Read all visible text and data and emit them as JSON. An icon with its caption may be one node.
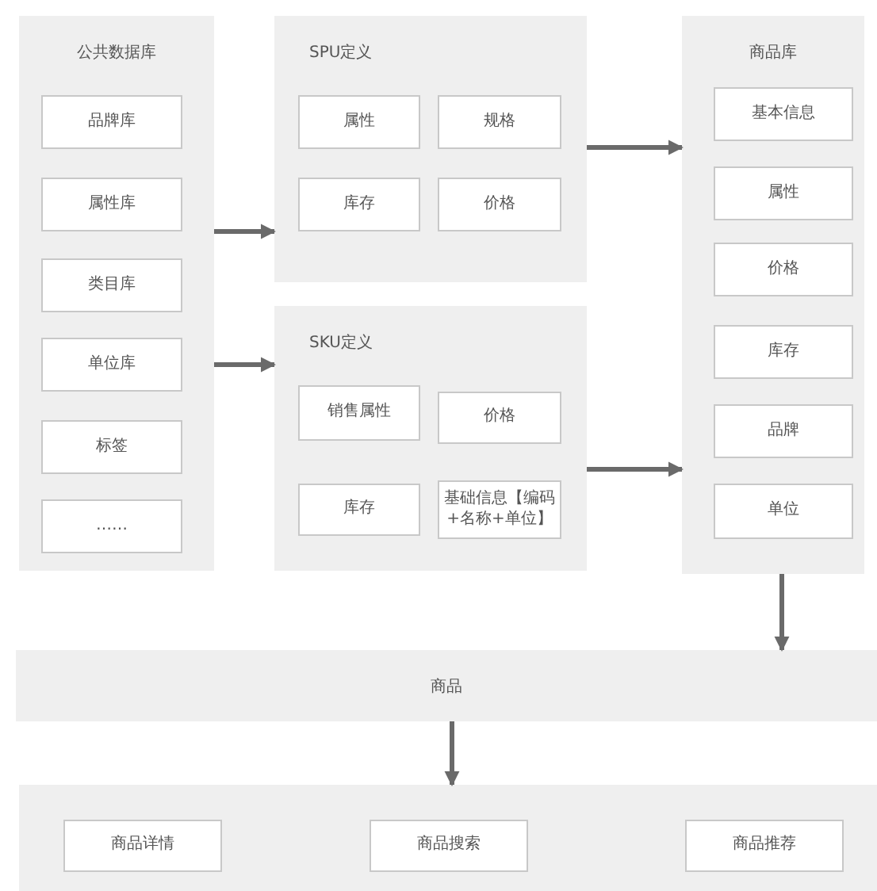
{
  "diagram": {
    "nodes": [
      {
        "text": [
          "公共数据库"
        ]
      },
      {
        "text": [
          "品牌库"
        ],
        "in": 0
      },
      {
        "text": [
          "属性库"
        ],
        "in": 0
      },
      {
        "text": [
          "类目库"
        ],
        "in": 0
      },
      {
        "text": [
          "单位库"
        ],
        "in": 0
      },
      {
        "text": [
          "标签"
        ],
        "in": 0
      },
      {
        "text": [
          "……"
        ],
        "in": 0
      },
      {
        "text": [
          "SPU定义"
        ]
      },
      {
        "text": [
          "属性"
        ],
        "in": 7
      },
      {
        "text": [
          "规格"
        ],
        "in": 7
      },
      {
        "text": [
          "库存"
        ],
        "in": 7
      },
      {
        "text": [
          "价格"
        ],
        "in": 7
      },
      {
        "text": [
          "SKU定义"
        ]
      },
      {
        "text": [
          "销售属性"
        ],
        "in": 12
      },
      {
        "text": [
          "价格"
        ],
        "in": 12
      },
      {
        "text": [
          "库存"
        ],
        "in": 12
      },
      {
        "text": [
          "基础信息【编码+名称+单位】"
        ],
        "in": 12
      },
      {
        "text": [
          "商品库"
        ]
      },
      {
        "text": [
          "基本信息"
        ],
        "in": 17
      },
      {
        "text": [
          "属性"
        ],
        "in": 17
      },
      {
        "text": [
          "价格"
        ],
        "in": 17
      },
      {
        "text": [
          "库存"
        ],
        "in": 17
      },
      {
        "text": [
          "品牌"
        ],
        "in": 17
      },
      {
        "text": [
          "单位"
        ],
        "in": 17
      },
      {
        "text": [
          "商品"
        ]
      },
      {
        "text": [],
        "shape": "box"
      },
      {
        "text": [
          "商品详情"
        ],
        "in": 25
      },
      {
        "text": [
          "商品搜索"
        ],
        "in": 25
      },
      {
        "text": [
          "商品推荐"
        ],
        "in": 25
      }
    ],
    "edges": [
      {
        "from": 0,
        "to": 7,
        "arrow": "to"
      },
      {
        "from": 0,
        "to": 12,
        "arrow": "to"
      },
      {
        "from": 7,
        "to": 17,
        "arrow": "to"
      },
      {
        "from": 12,
        "to": 17,
        "arrow": "to"
      },
      {
        "from": 17,
        "to": 24,
        "arrow": "to"
      },
      {
        "from": 24,
        "to": 25,
        "arrow": "to"
      }
    ]
  }
}
